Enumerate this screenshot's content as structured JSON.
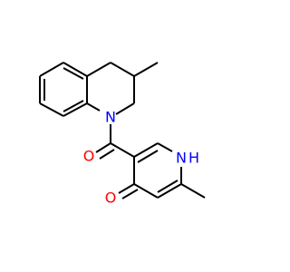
{
  "molecule": {
    "atoms": {
      "n_ring": {
        "label": "N",
        "color": "#0000ff"
      },
      "o_carbonyl": {
        "label": "O",
        "color": "#ff0000"
      },
      "nh_pyridone": {
        "label": "N",
        "h": "H",
        "color": "#0000ff"
      },
      "o_pyridone": {
        "label": "O",
        "color": "#ff0000"
      }
    }
  }
}
